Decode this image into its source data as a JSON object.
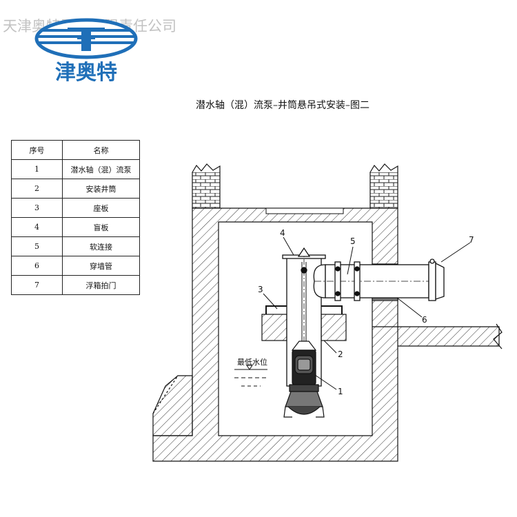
{
  "watermark": "天津奥特泵业有限责任公司",
  "logo": {
    "text": "津奥特",
    "color": "#1f6fb8"
  },
  "title": "潜水轴（混）流泵–井筒悬吊式安装–图二",
  "table": {
    "headers": [
      "序号",
      "名称"
    ],
    "rows": [
      {
        "no": "1",
        "name": "潜水轴（混）流泵"
      },
      {
        "no": "2",
        "name": "安装井筒"
      },
      {
        "no": "3",
        "name": "座板"
      },
      {
        "no": "4",
        "name": "盲板"
      },
      {
        "no": "5",
        "name": "软连接"
      },
      {
        "no": "6",
        "name": "穿墙管"
      },
      {
        "no": "7",
        "name": "浮箱拍门"
      }
    ]
  },
  "callouts": [
    "1",
    "2",
    "3",
    "4",
    "5",
    "6",
    "7"
  ],
  "water_level_label": "最低水位",
  "colors": {
    "line": "#111111",
    "hatch": "#333333",
    "logo_blue": "#1f6fb8"
  }
}
